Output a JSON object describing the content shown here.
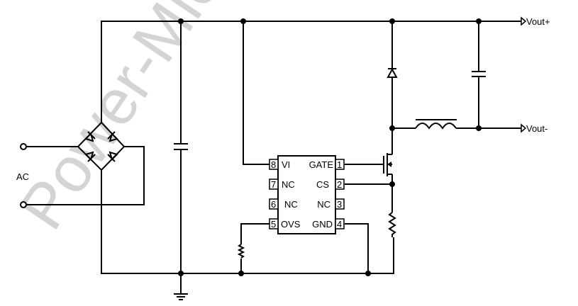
{
  "watermark": "Power-Micro",
  "labels": {
    "ac": "AC",
    "vout_plus": "Vout+",
    "vout_minus": "Vout-"
  },
  "ic": {
    "pins": [
      {
        "num": "1",
        "name": "GATE"
      },
      {
        "num": "2",
        "name": "CS"
      },
      {
        "num": "3",
        "name": "NC"
      },
      {
        "num": "4",
        "name": "GND"
      },
      {
        "num": "5",
        "name": "OVS"
      },
      {
        "num": "6",
        "name": "NC"
      },
      {
        "num": "7",
        "name": "NC"
      },
      {
        "num": "8",
        "name": "VI"
      }
    ]
  }
}
